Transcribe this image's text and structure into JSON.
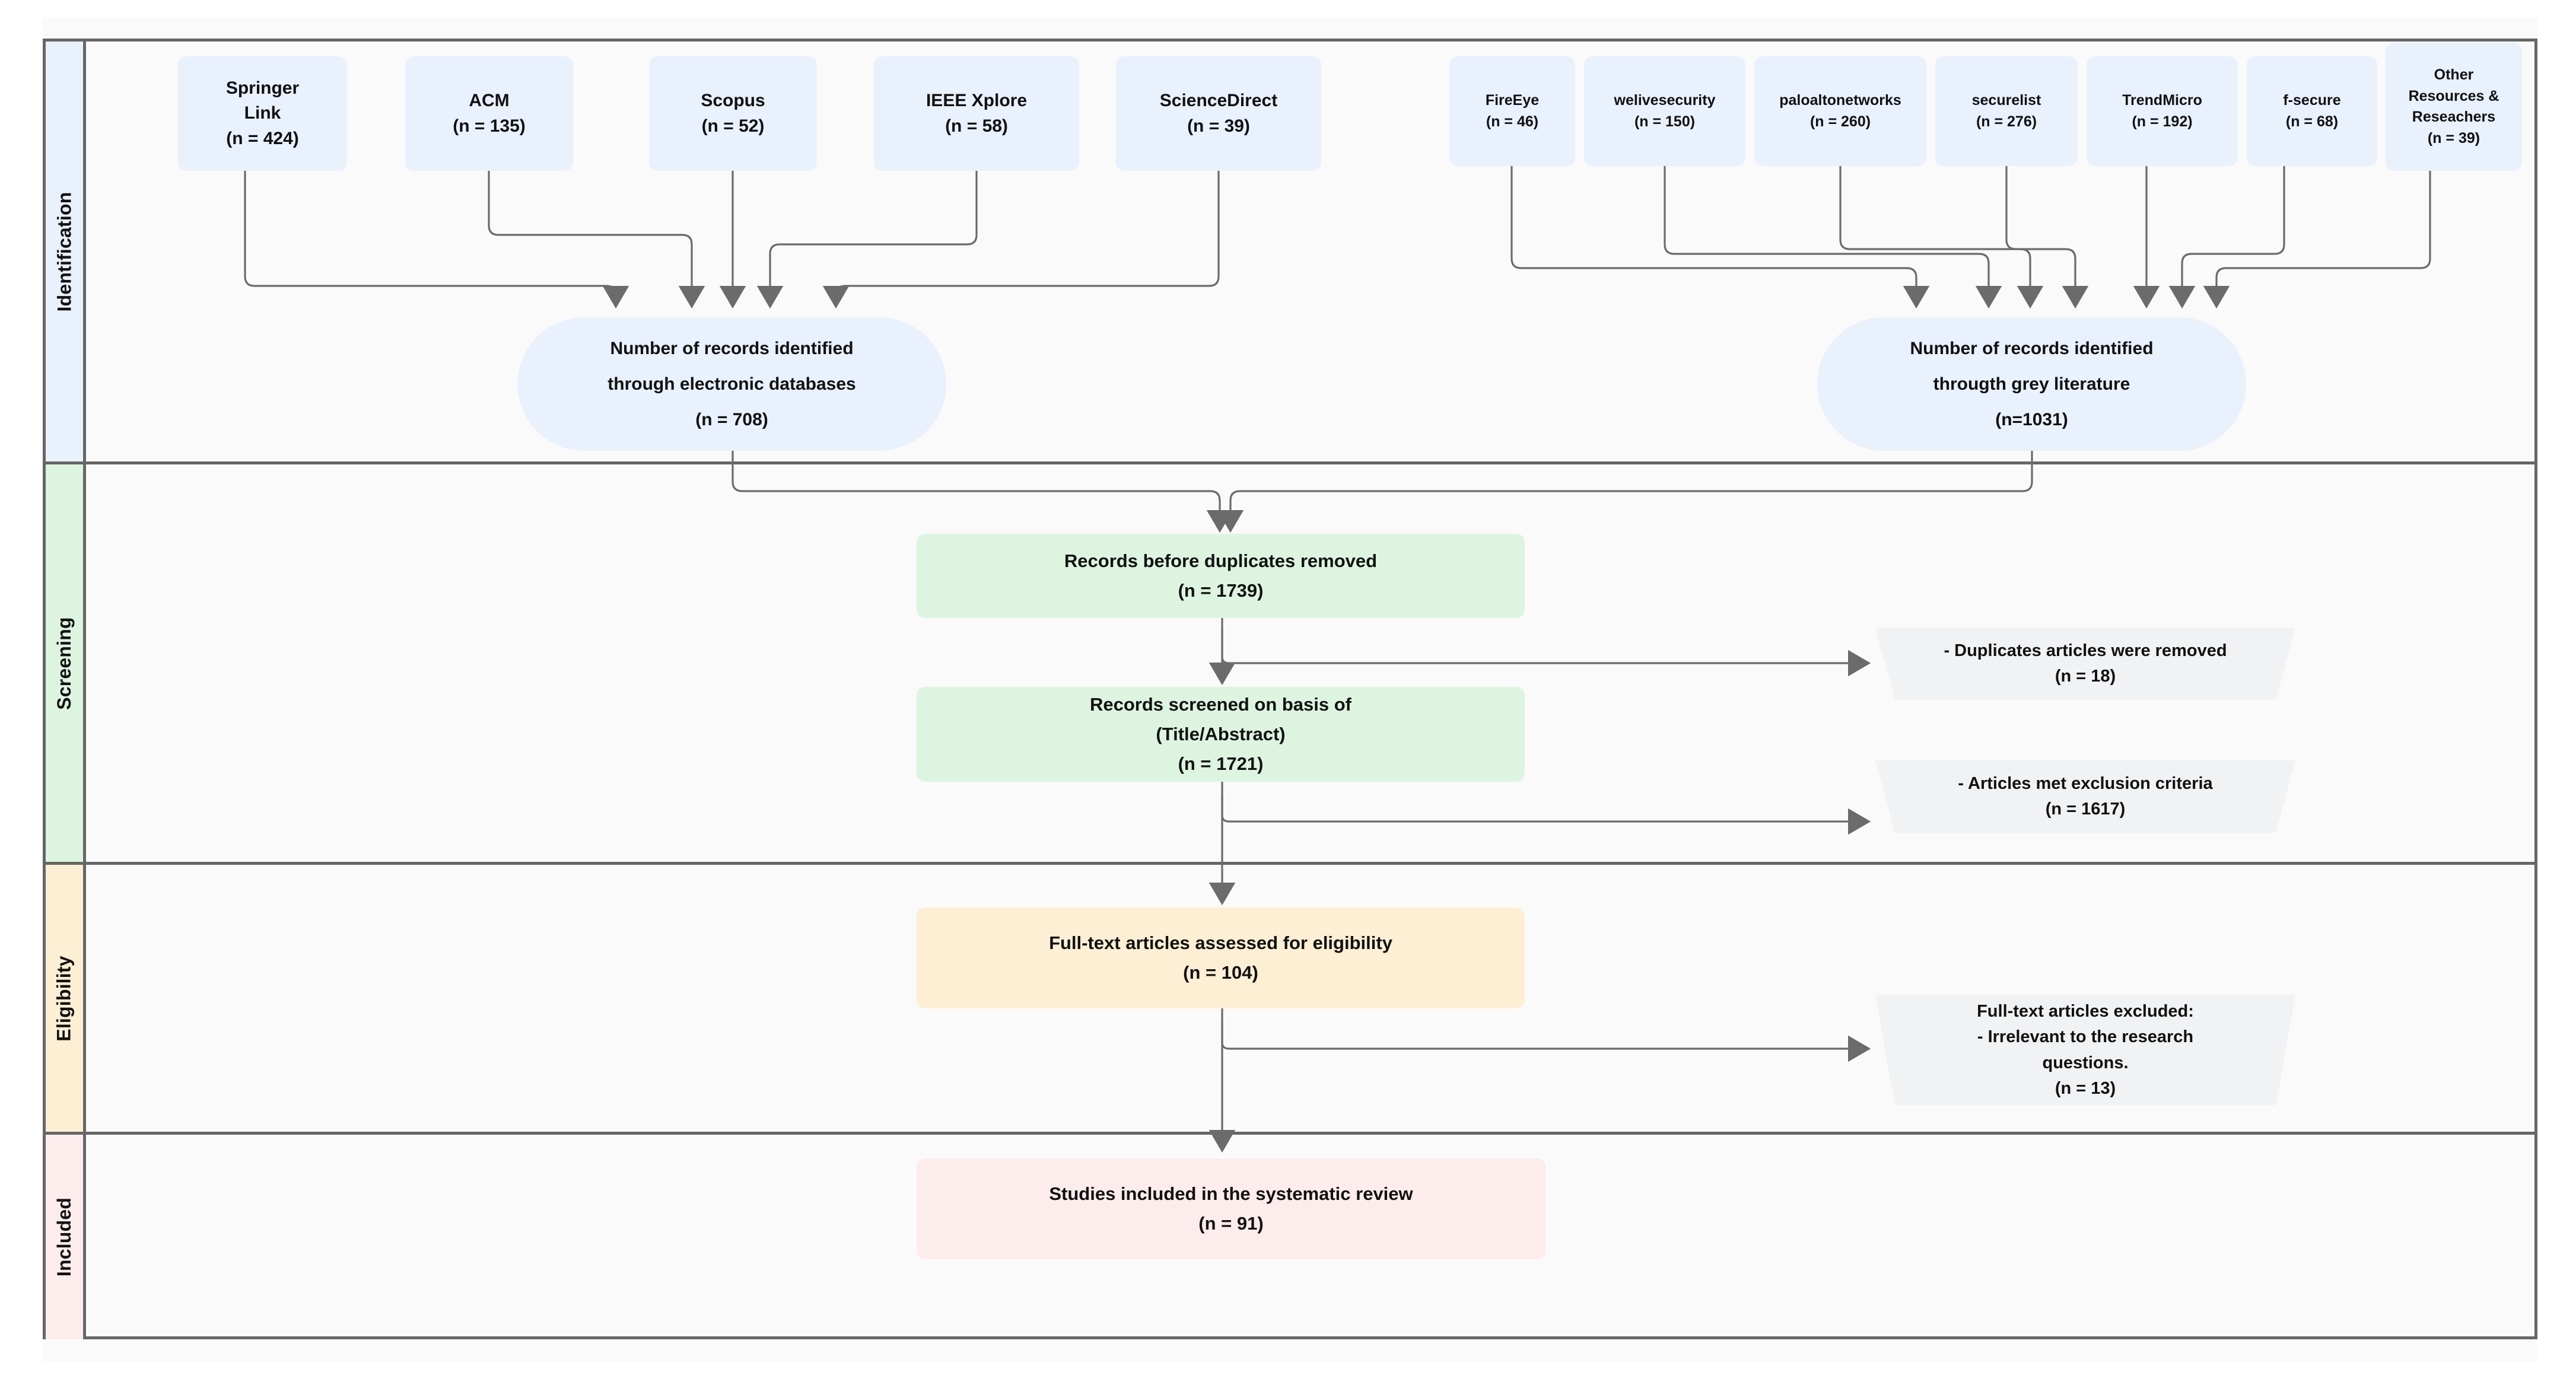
{
  "diagram": {
    "title": "PRISMA flow diagram",
    "type": "prisma-flowchart",
    "colors": {
      "identification_band": "#e9f1fd",
      "screening_band": "#ddf5e0",
      "eligibility_band": "#fdefd4",
      "included_band": "#fdecec",
      "source_box": "#e9f1fd",
      "exclusion_box": "#f1f2f4",
      "frame_border": "#666666",
      "canvas": "#fafafa",
      "edge": "#666666"
    }
  },
  "stages": [
    {
      "id": "identification",
      "label": "Identification",
      "band_color": "#e9f1fd"
    },
    {
      "id": "screening",
      "label": "Screening",
      "band_color": "#ddf5e0"
    },
    {
      "id": "eligibility",
      "label": "Eligibility",
      "band_color": "#fdefd4"
    },
    {
      "id": "included",
      "label": "Included",
      "band_color": "#fdecec"
    }
  ],
  "databases": [
    {
      "name": "Springer\nLink",
      "line1": "Springer",
      "line2": "Link",
      "count_label": "(n = 424)",
      "n": 424
    },
    {
      "name": "ACM",
      "line1": "ACM",
      "line2": "",
      "count_label": "(n = 135)",
      "n": 135
    },
    {
      "name": "Scopus",
      "line1": "Scopus",
      "line2": "",
      "count_label": "(n = 52)",
      "n": 52
    },
    {
      "name": "IEEE Xplore",
      "line1": "IEEE Xplore",
      "line2": "",
      "count_label": "(n = 58)",
      "n": 58
    },
    {
      "name": "ScienceDirect",
      "line1": "ScienceDirect",
      "line2": "",
      "count_label": "(n = 39)",
      "n": 39
    }
  ],
  "grey_sources": [
    {
      "name": "FireEye",
      "line1": "FireEye",
      "line2": "",
      "line3": "",
      "count_label": "(n = 46)",
      "n": 46
    },
    {
      "name": "welivesecurity",
      "line1": "welivesecurity",
      "line2": "",
      "line3": "",
      "count_label": "(n = 150)",
      "n": 150
    },
    {
      "name": "paloaltonetworks",
      "line1": "paloaltonetworks",
      "line2": "",
      "line3": "",
      "count_label": "(n = 260)",
      "n": 260
    },
    {
      "name": "securelist",
      "line1": "securelist",
      "line2": "",
      "line3": "",
      "count_label": "(n = 276)",
      "n": 276
    },
    {
      "name": "TrendMicro",
      "line1": "TrendMicro",
      "line2": "",
      "line3": "",
      "count_label": "(n = 192)",
      "n": 192
    },
    {
      "name": "f-secure",
      "line1": "f-secure",
      "line2": "",
      "line3": "",
      "count_label": "(n = 68)",
      "n": 68
    },
    {
      "name": "Other Resources & Reseachers",
      "line1": "Other",
      "line2": "Resources &",
      "line3": "Reseachers",
      "count_label": "(n = 39)",
      "n": 39
    }
  ],
  "identified": {
    "databases_node": {
      "line1": "Number of records identified",
      "line2": "through electronic databases",
      "count_label": "(n = 708)",
      "n": 708
    },
    "grey_node": {
      "line1": "Number of records identified",
      "line2": "througth grey literature",
      "count_label": "(n=1031)",
      "n": 1031
    }
  },
  "screening": {
    "before_duplicates": {
      "line1": "Records before duplicates removed",
      "count_label": "(n = 1739)",
      "n": 1739
    },
    "screened": {
      "line1": "Records screened on basis of",
      "line2": "(Title/Abstract)",
      "count_label": "(n = 1721)",
      "n": 1721
    },
    "duplicates_removed": {
      "line1": "- Duplicates articles were removed",
      "count_label": "(n = 18)",
      "n": 18
    },
    "exclusion_criteria": {
      "line1": "- Articles met exclusion criteria",
      "count_label": "(n = 1617)",
      "n": 1617
    }
  },
  "eligibility": {
    "full_text_assessed": {
      "line1": "Full-text articles assessed for eligibility",
      "count_label": "(n = 104)",
      "n": 104
    },
    "full_text_excluded": {
      "line1": "Full-text articles excluded:",
      "line2": "- Irrelevant to the research",
      "line3": "questions.",
      "count_label": "(n = 13)",
      "n": 13
    }
  },
  "included": {
    "studies_included": {
      "line1": "Studies included in the systematic review",
      "count_label": "(n = 91)",
      "n": 91
    }
  }
}
